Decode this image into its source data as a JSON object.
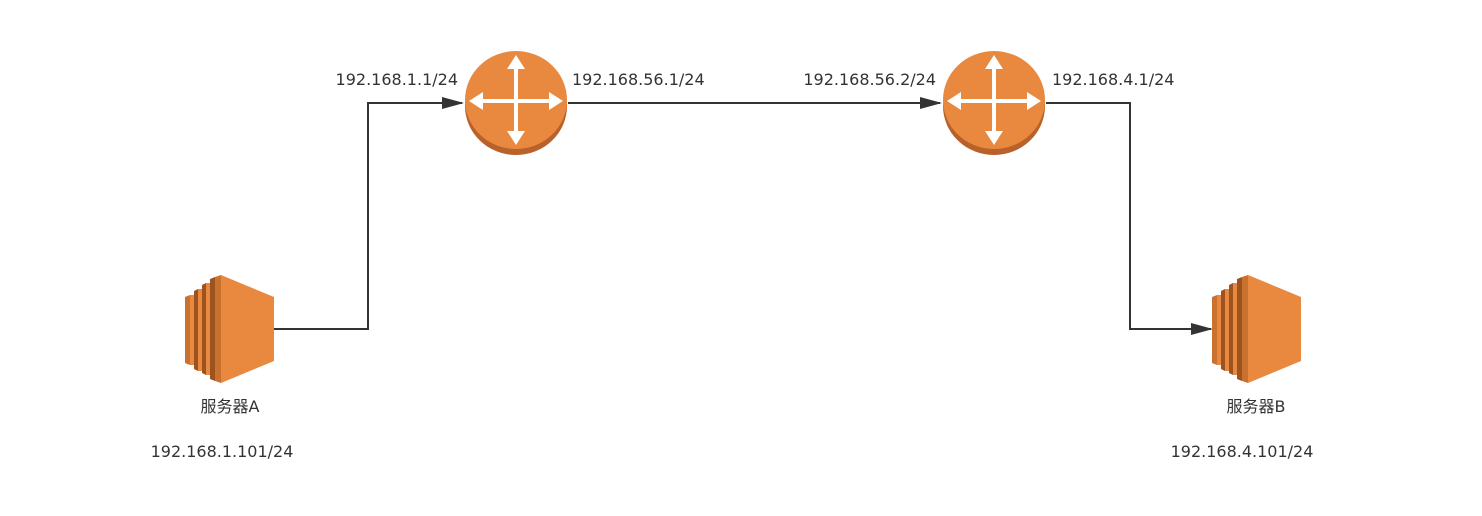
{
  "colors": {
    "background": "#ffffff",
    "connector": "#333333",
    "text": "#333333",
    "device_orange": "#e8893f",
    "device_dark": "#9c5320",
    "device_shade": "#c9722f",
    "router_arrow": "#ffffff"
  },
  "icons": {
    "server": "server-icon",
    "router": "router-icon"
  },
  "labels": {
    "router1_left_ip": "192.168.1.1/24",
    "router1_right_ip": "192.168.56.1/24",
    "router2_left_ip": "192.168.56.2/24",
    "router2_right_ip": "192.168.4.1/24",
    "server_a_name": "服务器A",
    "server_a_ip": "192.168.1.101/24",
    "server_b_name": "服务器B",
    "server_b_ip": "192.168.4.101/24"
  }
}
